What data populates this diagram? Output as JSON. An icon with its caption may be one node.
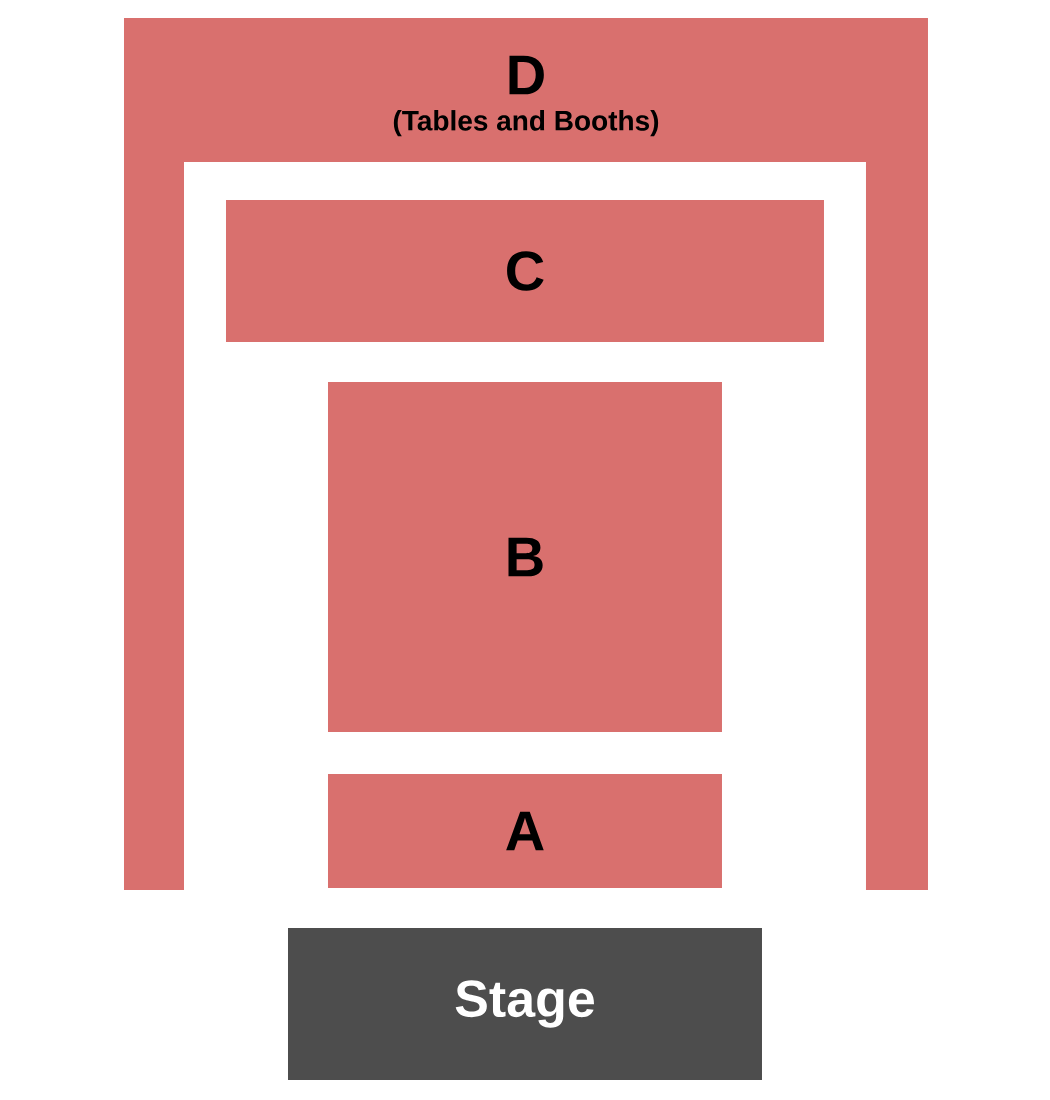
{
  "diagram": {
    "nodes": [
      {
        "text": [
          "D",
          "(Tables and Booths)"
        ]
      },
      {
        "text": [
          "C"
        ]
      },
      {
        "text": [
          "B"
        ]
      },
      {
        "text": [
          "A"
        ]
      },
      {
        "text": [
          "Stage"
        ]
      }
    ]
  }
}
